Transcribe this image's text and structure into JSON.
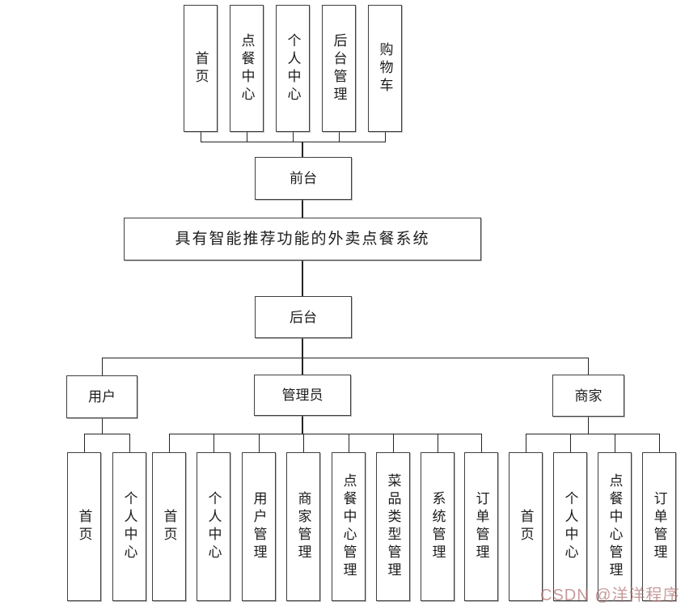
{
  "title": "具有智能推荐功能的外卖点餐系统",
  "front": {
    "label": "前台",
    "children": [
      "首页",
      "点餐中心",
      "个人中心",
      "后台管理",
      "购物车"
    ]
  },
  "back": {
    "label": "后台",
    "user": {
      "label": "用户",
      "children": [
        "首页",
        "个人中心"
      ]
    },
    "admin": {
      "label": "管理员",
      "children": [
        "首页",
        "个人中心",
        "用户管理",
        "商家管理",
        "点餐中心管理",
        "菜品类型管理",
        "系统管理",
        "订单管理"
      ]
    },
    "merchant": {
      "label": "商家",
      "children": [
        "首页",
        "个人中心",
        "点餐中心管理",
        "订单管理"
      ]
    }
  },
  "watermark": "CSDN @洋洋程序",
  "colors": {
    "background": "#ffffff",
    "box_border": "#3f3f3f",
    "line": "#232323",
    "text": "#1c1c1c",
    "watermark": "#b67878"
  }
}
